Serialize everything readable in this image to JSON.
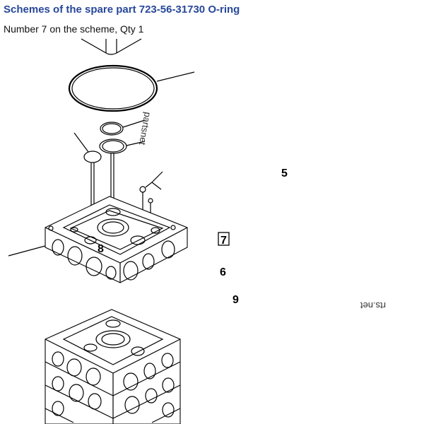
{
  "header": {
    "title": "Schemes of the spare part 723-56-31730 O-ring",
    "subtitle": "Number 7 on the scheme, Qty 1"
  },
  "callouts": {
    "c5": "5",
    "c7": "7",
    "c6": "6",
    "c8": "8",
    "c9": "9"
  },
  "watermarks": {
    "vertical": "partsnet",
    "upside_down": "rts.net"
  },
  "colors": {
    "title": "#27479a",
    "text": "#111111"
  }
}
